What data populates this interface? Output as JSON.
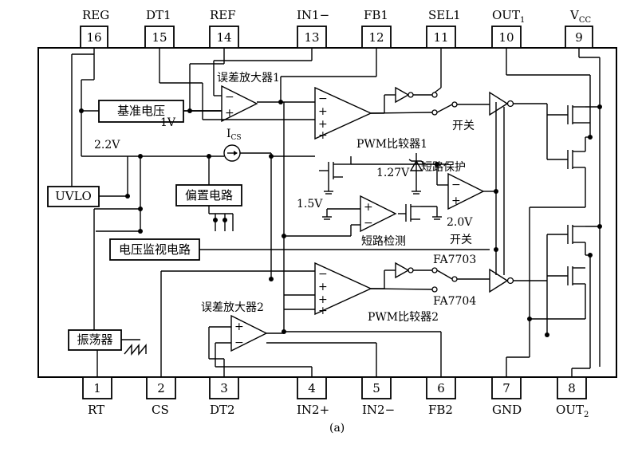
{
  "caption": "(a)",
  "pins_top": [
    {
      "num": "16",
      "name": "REG"
    },
    {
      "num": "15",
      "name": "DT1"
    },
    {
      "num": "14",
      "name": "REF"
    },
    {
      "num": "13",
      "name": "IN1−"
    },
    {
      "num": "12",
      "name": "FB1"
    },
    {
      "num": "11",
      "name": "SEL1"
    },
    {
      "num": "10",
      "name": "OUT",
      "sub": "1"
    },
    {
      "num": "9",
      "name": "V",
      "sub": "CC"
    }
  ],
  "pins_bottom": [
    {
      "num": "1",
      "name": "RT"
    },
    {
      "num": "2",
      "name": "CS"
    },
    {
      "num": "3",
      "name": "DT2"
    },
    {
      "num": "4",
      "name": "IN2+"
    },
    {
      "num": "5",
      "name": "IN2−"
    },
    {
      "num": "6",
      "name": "FB2"
    },
    {
      "num": "7",
      "name": "GND"
    },
    {
      "num": "8",
      "name": "OUT",
      "sub": "2"
    }
  ],
  "blocks": {
    "vref": "基准电压",
    "uvlo": "UVLO",
    "bias": "偏置电路",
    "monitor": "电压监视电路",
    "osc": "振荡器"
  },
  "labels": {
    "err_amp1": "误差放大器1",
    "err_amp2": "误差放大器2",
    "pwm1": "PWM比较器1",
    "pwm2": "PWM比较器2",
    "short_protect": "短路保护",
    "short_detect": "短路检测",
    "switch1": "开关",
    "switch2": "开关",
    "v_1v": "1V",
    "v_2_2v": "2.2V",
    "v_1_27v": "1.27V",
    "v_1_5v": "1.5V",
    "v_2_0v": "2.0V",
    "ics": "I",
    "ics_sub": "CS",
    "fa7703": "FA7703",
    "fa7704": "FA7704"
  }
}
